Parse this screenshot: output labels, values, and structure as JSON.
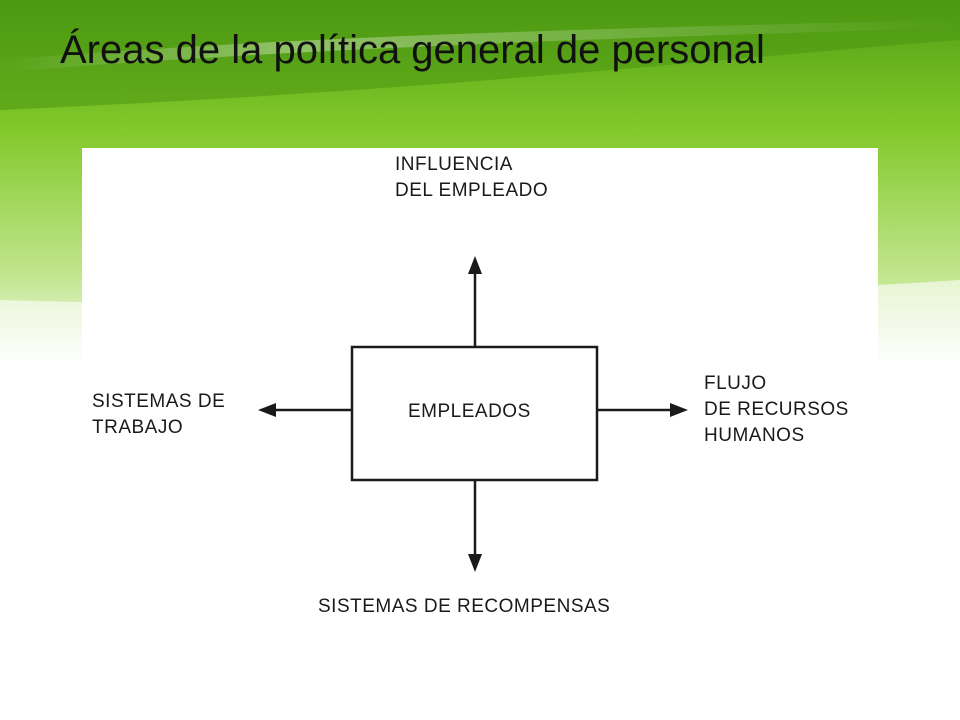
{
  "slide": {
    "title": "Áreas de la política general de personal"
  },
  "diagram": {
    "center": "EMPLEADOS",
    "top": [
      "INFLUENCIA",
      "DEL EMPLEADO"
    ],
    "left": [
      "SISTEMAS DE",
      "TRABAJO"
    ],
    "right": [
      "FLUJO",
      "DE RECURSOS",
      "HUMANOS"
    ],
    "bottom": "SISTEMAS DE RECOMPENSAS"
  },
  "colors": {
    "accent_green": "#7dc828",
    "light_green": "#c8ea9a",
    "ink": "#1a1a1a"
  }
}
